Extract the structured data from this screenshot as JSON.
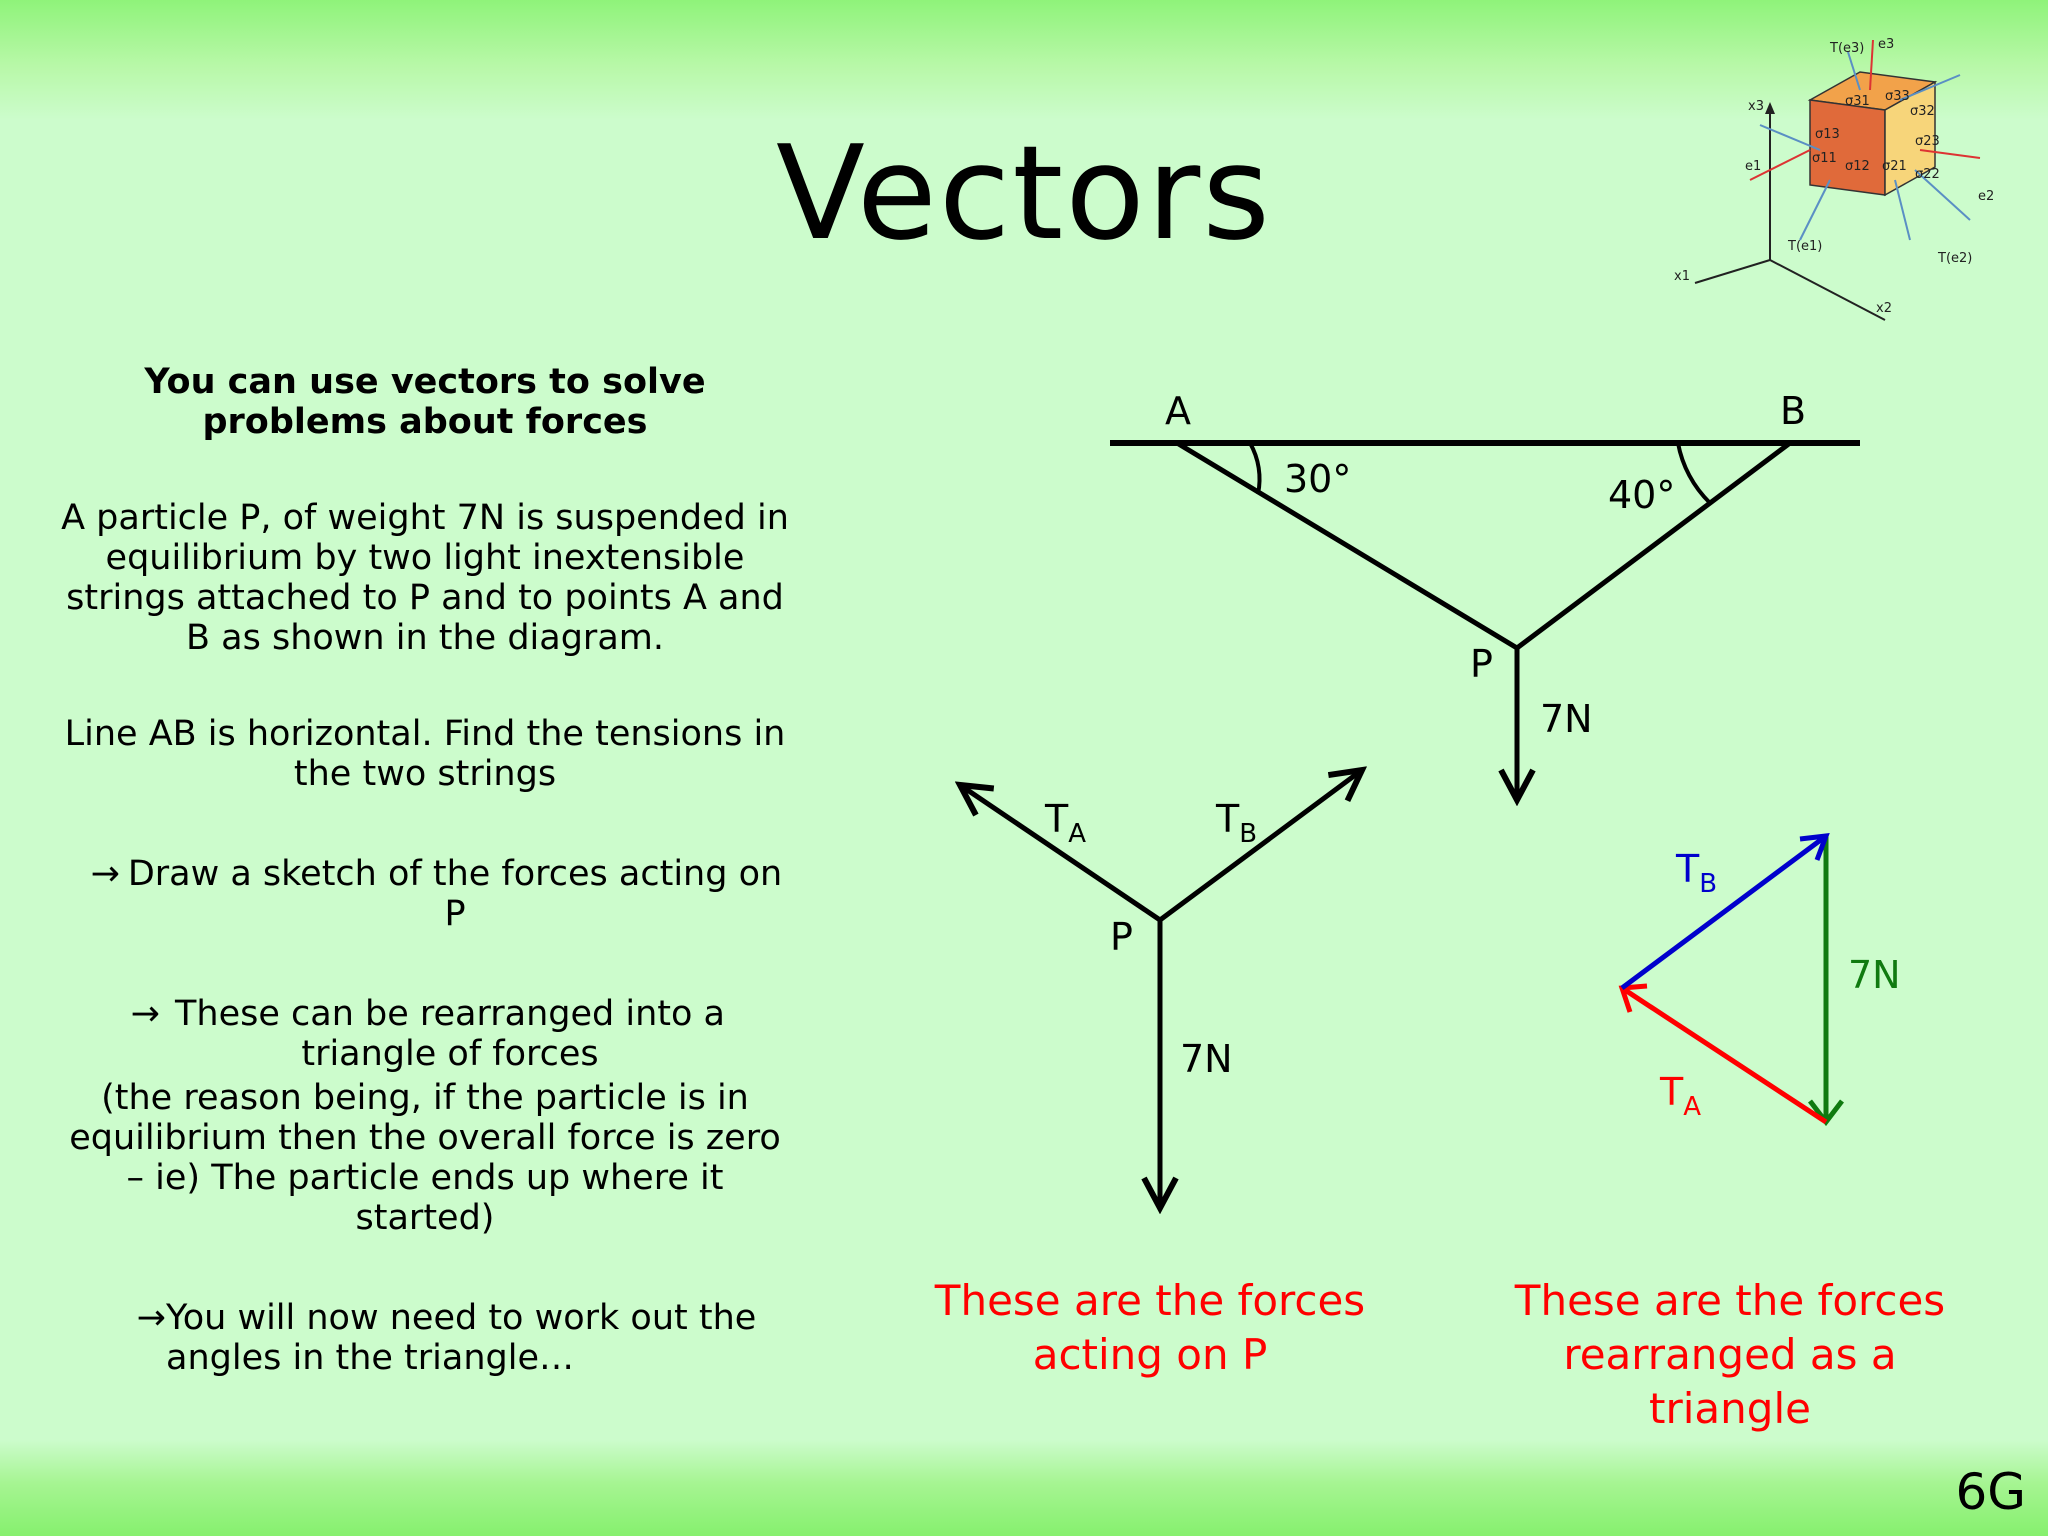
{
  "slide": {
    "title": "Vectors",
    "number": "6G"
  },
  "left": {
    "intro": "You can use vectors to solve problems about forces",
    "problem": "A particle P, of weight 7N is suspended in equilibrium by two light inextensible strings attached to P and to points A and B as shown in the diagram.",
    "task": "Line AB is horizontal. Find the tensions in the two strings",
    "step1_arrow": "→",
    "step1": "Draw a sketch of the forces acting on P",
    "step2_arrow": "→",
    "step2": "These can be rearranged into a triangle of forces",
    "note": "(the reason being, if the particle is in equilibrium then the overall force is zero – ie) The particle ends up where it started)",
    "step3_arrow": "→",
    "step3": "You will now need to work out the angles in the triangle…"
  },
  "diagram_main": {
    "label_a": "A",
    "label_b": "B",
    "angle_a": "30°",
    "angle_b": "40°",
    "label_p": "P",
    "weight": "7N"
  },
  "diagram_forces": {
    "t": "T",
    "sub_a": "A",
    "sub_b": "B",
    "label_p": "P",
    "weight": "7N",
    "caption": "These are the forces acting on P"
  },
  "diagram_triangle": {
    "t": "T",
    "sub_a": "A",
    "sub_b": "B",
    "weight": "7N",
    "caption": "These are the forces rearranged as a triangle"
  },
  "cube_image": {
    "labels": [
      "T(e3)",
      "e3",
      "x3",
      "σ31",
      "σ33",
      "σ32",
      "σ13",
      "σ23",
      "σ11",
      "σ12",
      "σ21",
      "σ22",
      "e1",
      "e2",
      "T(e1)",
      "T(e2)",
      "x1",
      "x2"
    ]
  },
  "colors": {
    "background": "#ccfccc",
    "caption": "#ff0000",
    "ta_vector": "#ff0000",
    "tb_vector": "#0000cc",
    "weight_vector": "#107a10"
  }
}
